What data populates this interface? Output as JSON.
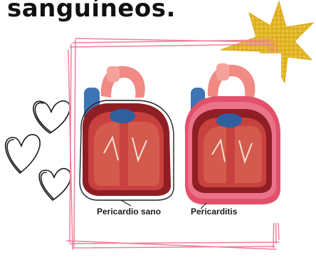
{
  "heading": "sanguíneos.",
  "captions": {
    "left": "Pericardio sano",
    "right": "Pericarditis"
  },
  "colors": {
    "frame_pink": "#ef7f9a",
    "star_gold": "#e2b526",
    "heart_muscle": "#b8373a",
    "aorta": "#f18a84",
    "vein_blue": "#3f74b4",
    "pericardium_inflamed": "#e2506a"
  },
  "icons": [
    "gold-star-icon",
    "heart-outline-icon"
  ]
}
